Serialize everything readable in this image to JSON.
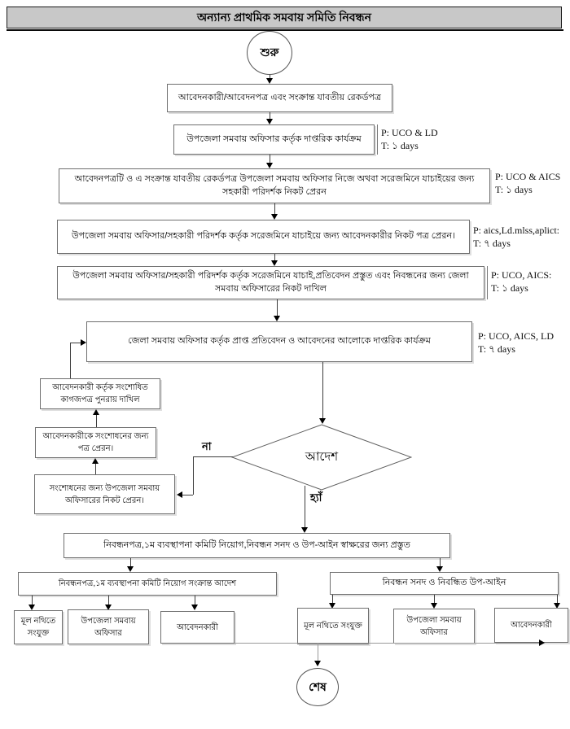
{
  "title": "অন্যান্য প্রাথমিক সমবায় সমিতি নিবন্ধন",
  "terminals": {
    "start": "শুরু",
    "end": "শেষ"
  },
  "process_boxes": {
    "records": "আবেদনকারী/আবেদনপত্র এবং সংক্রান্ত যাবতীয় রেকর্ডপত্র",
    "uco_official_action": "উপজেলা সমবায় অফিসার কর্তৃক দাপ্তরিক কার্যক্রম",
    "send_to_inspector": "আবেদনপত্রটি ও এ সংক্রান্ত যাবতীয় রেকর্ডপত্র উপজেলা সমবায় অফিসার নিজে অথবা সরেজমিনে যাচাইয়ের জন্য সহকারী পরিদর্শক নিকট প্রেরন",
    "letter_to_applicant": "উপজেলা সমবায় অফিসার/সহকারী পরিদর্শক কর্তৃক সরেজমিনে যাচাইয়ে জন্য আবেদনকারীর নিকট পত্র প্রেরন।",
    "verify_and_submit": "উপজেলা সমবায় অফিসার/সহকারী পরিদর্শক কর্তৃক সরেজমিনে যাচাই,প্রতিবেদন প্রস্তুত এবং নিবন্ধনের জন্য জেলা সমবায় অফিসারের নিকট দাখিল",
    "district_officer_action": "জেলা সমবায় অফিসার কর্তৃক প্রাপ্ত প্রতিবেদন ও আবেদনের আলোকে দাপ্তরিক কার্যক্রম",
    "resubmit_corrected": "আবেদনকারী কর্তৃক সংশোধিত কাগজপত্র পুনরায় দাখিল",
    "correction_letter": "আবেদনকারীকে সংশোধনের জন্য পত্র প্রেরন।",
    "send_to_uco_for_correction": "সংশোধনের জন্য উপজেলা সমবায় অফিসারের নিকট প্রেরন।",
    "prepare_registration": "নিবন্ধনপত্র,১ম ব্যবস্থাপনা কমিটি নিয়োগ,নিবন্ধন সনদ ও উপ-আইন স্বাক্ষরের জন্য প্রস্তুত",
    "order_committee": "নিবন্ধনপত্র,১ম ব্যবস্থাপনা কমিটি নিয়োগ সংক্রান্ত আদেশ",
    "certificate_bylaws": "নিবন্ধন সনদ ও নিবন্ধিত উপ-আইন",
    "dist_left": [
      "মূল নথিতে সংযুক্ত",
      "উপজেলা সমবায় অফিসার",
      "আবেদনকারী"
    ],
    "dist_right": [
      "মূল নথিতে সংযুক্ত",
      "উপজেলা সমবায় অফিসার",
      "আবেদনকারী"
    ]
  },
  "decision": {
    "label": "আদেশ",
    "no": "না",
    "yes": "হ্যাঁ"
  },
  "annotations": [
    {
      "p": "P: UCO & LD",
      "t": "T: ১ days"
    },
    {
      "p": "P: UCO & AICS",
      "t": "T: ১ days"
    },
    {
      "p": "P: aics,Ld.mlss,aplict:",
      "t": "T: ৭ days"
    },
    {
      "p": "P: UCO, AICS:",
      "t": "T: ১ days"
    },
    {
      "p": "P: UCO, AICS, LD",
      "t": "T: ৭ days"
    }
  ],
  "colors": {
    "titlebar_bg": "#c8c8c8",
    "line": "#3c3c3c",
    "box_border": "#6f6f6f"
  }
}
